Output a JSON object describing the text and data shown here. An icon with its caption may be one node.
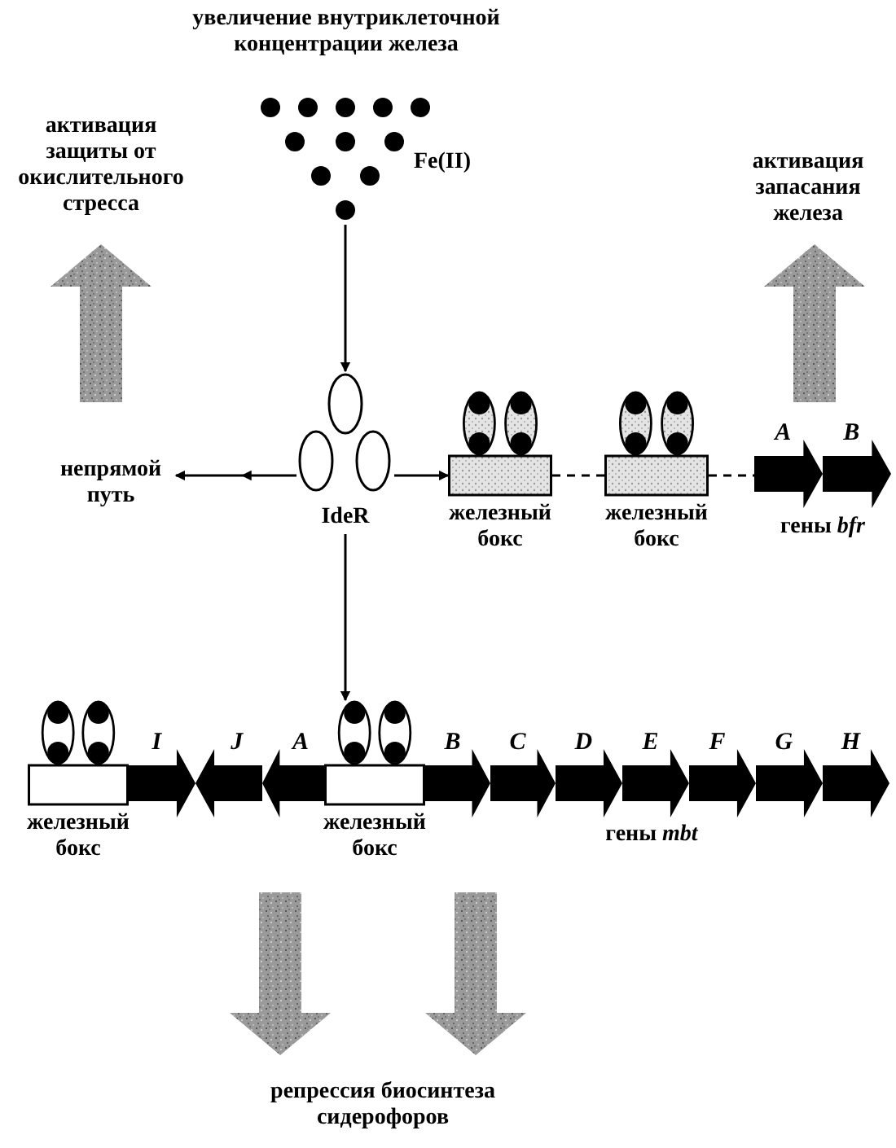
{
  "diagram": {
    "nodes": [
      {
        "text": [],
        "shape": "picture",
        "beside": [
          "Fe(II)"
        ]
      },
      {
        "text": [
          "IdeR"
        ]
      },
      {
        "text": [
          "непрямой путь"
        ]
      },
      {
        "text": [
          "железный бокс"
        ]
      },
      {
        "text": [
          "железный бокс"
        ]
      },
      {
        "text": [
          "A"
        ]
      },
      {
        "text": [
          "B"
        ]
      },
      {
        "text": [
          "железный бокс"
        ]
      },
      {
        "text": [
          "I"
        ]
      },
      {
        "text": [
          "J"
        ]
      },
      {
        "text": [
          "A"
        ]
      },
      {
        "text": [
          "железный бокс"
        ]
      },
      {
        "text": [
          "B"
        ]
      },
      {
        "text": [
          "C"
        ]
      },
      {
        "text": [
          "D"
        ]
      },
      {
        "text": [
          "E"
        ]
      },
      {
        "text": [
          "F"
        ]
      },
      {
        "text": [
          "G"
        ]
      },
      {
        "text": [
          "H"
        ]
      }
    ],
    "edges": [
      {
        "from": 0,
        "to": 1,
        "arrow": "to"
      },
      {
        "from": 1,
        "to": 2,
        "arrow": "to"
      },
      {
        "from": 1,
        "to": 3,
        "arrow": "to"
      },
      {
        "from": 3,
        "to": 4,
        "arrow": "none",
        "style": "dashed"
      },
      {
        "from": 4,
        "to": 5,
        "arrow": "none",
        "style": "dashed"
      },
      {
        "from": 1,
        "to": 11,
        "arrow": "to"
      }
    ],
    "labels": [
      "увеличение внутриклеточной концентрации железа",
      "активация защиты от окислительного стресса",
      "активация запасания железа",
      "гены *bfr*",
      "гены *mbt*",
      "репрессия биосинтеза сидерофоров"
    ]
  }
}
